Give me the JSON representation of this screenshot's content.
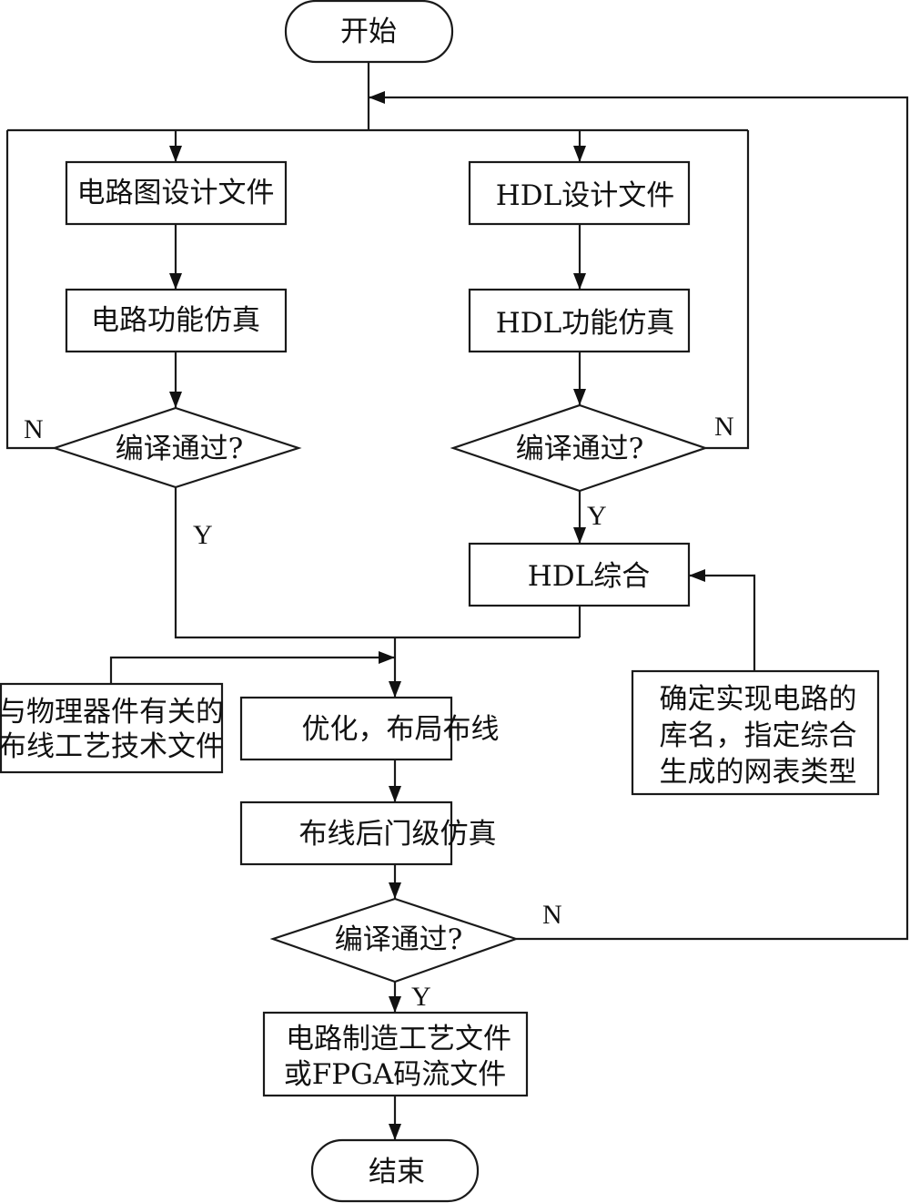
{
  "diagram": {
    "type": "flowchart",
    "nodes": {
      "start": "开始",
      "schematic_design": "电路图设计文件",
      "circuit_sim": "电路功能仿真",
      "compile_check_left": "编译通过?",
      "hdl_design": "HDL设计文件",
      "hdl_sim": "HDL功能仿真",
      "compile_check_right": "编译通过?",
      "hdl_synthesis": "HDL综合",
      "library_note": [
        "确定实现电路的",
        "库名，指定综合",
        "生成的网表类型"
      ],
      "routing_tech_file": [
        "与物理器件有关的",
        "布线工艺技术文件"
      ],
      "place_route": "优化，布局布线",
      "post_route_sim": "布线后门级仿真",
      "compile_check_bottom": "编译通过?",
      "output_file": [
        "电路制造工艺文件",
        "或FPGA码流文件"
      ],
      "end": "结束"
    },
    "edge_labels": {
      "left_no": "N",
      "left_yes": "Y",
      "right_no": "N",
      "right_yes": "Y",
      "bottom_no": "N",
      "bottom_yes": "Y"
    },
    "edges": [
      [
        "start",
        "schematic_design"
      ],
      [
        "start",
        "hdl_design"
      ],
      [
        "schematic_design",
        "circuit_sim"
      ],
      [
        "circuit_sim",
        "compile_check_left"
      ],
      [
        "compile_check_left",
        "start",
        "N"
      ],
      [
        "compile_check_left",
        "place_route",
        "Y"
      ],
      [
        "hdl_design",
        "hdl_sim"
      ],
      [
        "hdl_sim",
        "compile_check_right"
      ],
      [
        "compile_check_right",
        "start",
        "N"
      ],
      [
        "compile_check_right",
        "hdl_synthesis",
        "Y"
      ],
      [
        "library_note",
        "hdl_synthesis"
      ],
      [
        "hdl_synthesis",
        "place_route"
      ],
      [
        "routing_tech_file",
        "place_route"
      ],
      [
        "place_route",
        "post_route_sim"
      ],
      [
        "post_route_sim",
        "compile_check_bottom"
      ],
      [
        "compile_check_bottom",
        "start",
        "N"
      ],
      [
        "compile_check_bottom",
        "output_file",
        "Y"
      ],
      [
        "output_file",
        "end"
      ]
    ]
  }
}
